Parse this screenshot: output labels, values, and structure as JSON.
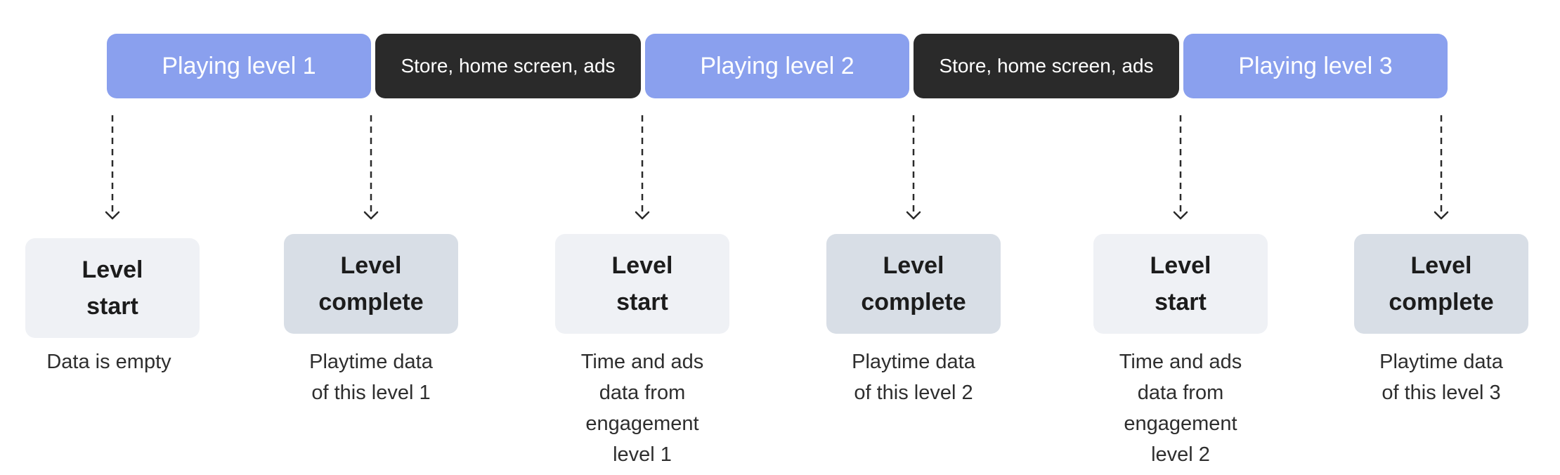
{
  "phases": [
    {
      "label": "Playing level 1",
      "kind": "playing"
    },
    {
      "label": "Store, home screen, ads",
      "kind": "store"
    },
    {
      "label": "Playing level 2",
      "kind": "playing"
    },
    {
      "label": "Store, home screen, ads",
      "kind": "store"
    },
    {
      "label": "Playing level 3",
      "kind": "playing"
    }
  ],
  "events": [
    {
      "line1": "Level",
      "line2": "start",
      "kind": "start",
      "caption": [
        "Data is empty"
      ]
    },
    {
      "line1": "Level",
      "line2": "complete",
      "kind": "complete",
      "caption": [
        "Playtime data",
        "of this level 1"
      ]
    },
    {
      "line1": "Level",
      "line2": "start",
      "kind": "start",
      "caption": [
        "Time and ads",
        "data from",
        "engagement",
        "level 1"
      ]
    },
    {
      "line1": "Level",
      "line2": "complete",
      "kind": "complete",
      "caption": [
        "Playtime data",
        "of this level 2"
      ]
    },
    {
      "line1": "Level",
      "line2": "start",
      "kind": "start",
      "caption": [
        "Time and ads",
        "data from",
        "engagement",
        "level 2"
      ]
    },
    {
      "line1": "Level",
      "line2": "complete",
      "kind": "complete",
      "caption": [
        "Playtime data",
        "of this level 3"
      ]
    }
  ],
  "colors": {
    "playing": "#8aa0ee",
    "store": "#2a2a2a",
    "event_start": "#eff1f5",
    "event_complete": "#d8dee6",
    "arrow": "#2a2a2a"
  }
}
